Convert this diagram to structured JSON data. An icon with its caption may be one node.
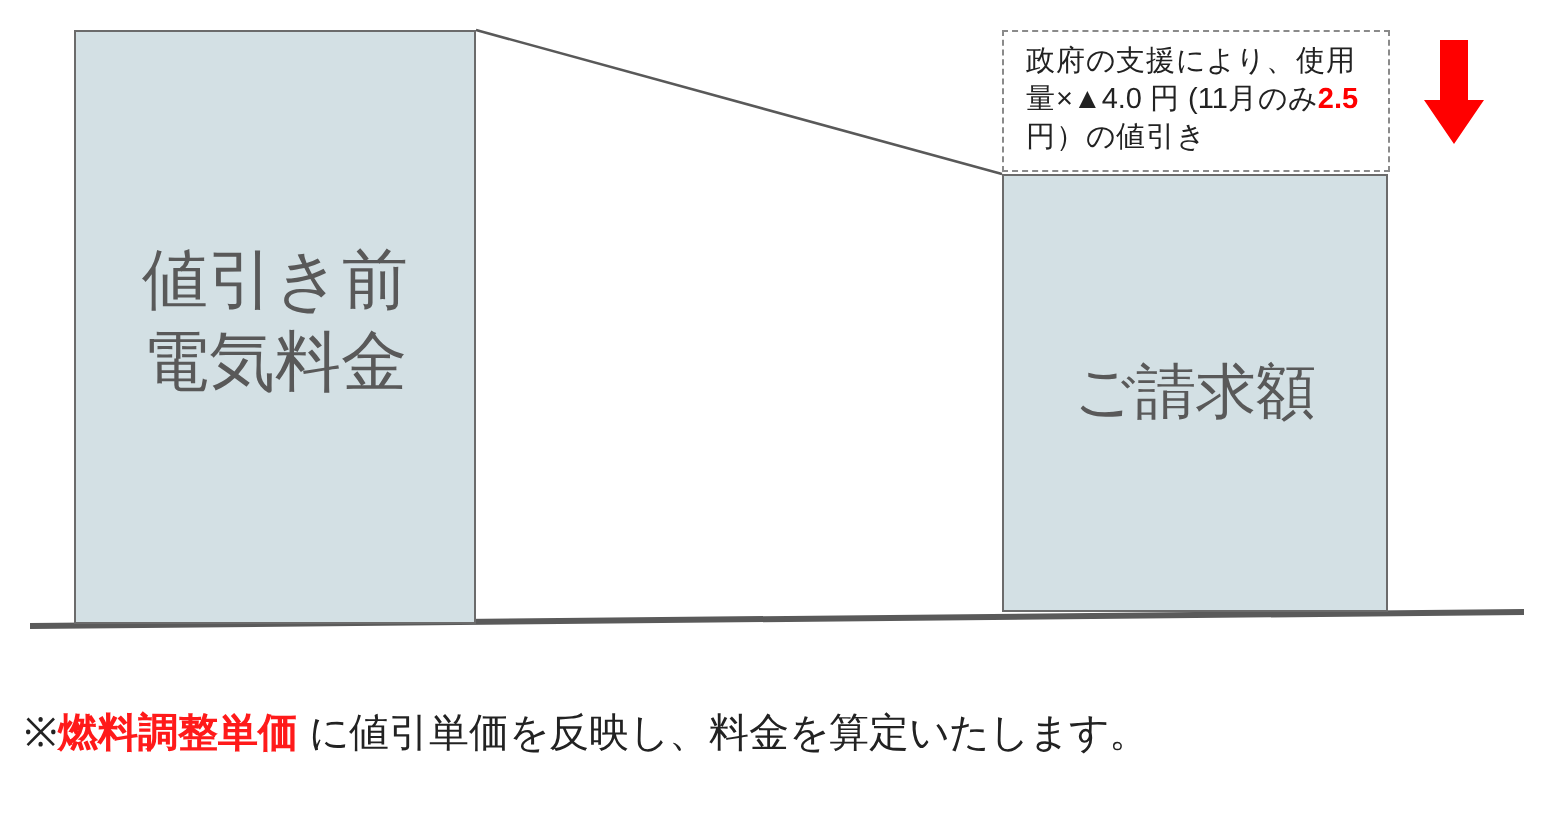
{
  "diagram": {
    "nodes": [
      {
        "text": [
          "値引き前電気料金"
        ]
      },
      {
        "text": [
          "政府の支援により、使用量×▲4.0 円 (11月のみ**2.5**円）の値引き"
        ]
      },
      {
        "text": [
          "ご請求額"
        ]
      }
    ],
    "edges": [
      {
        "from": 0,
        "to": 2,
        "arrow": "none"
      }
    ],
    "labels": [
      "※**燃料調整単価** に値引単価を反映し、料金を算定いたします。"
    ]
  }
}
